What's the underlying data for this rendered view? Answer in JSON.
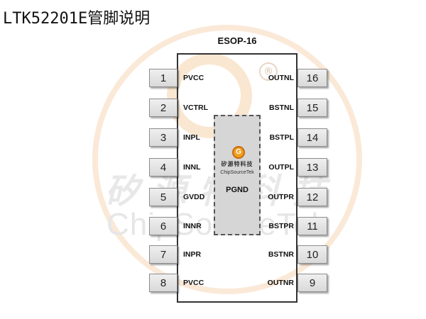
{
  "title": "LTK52201E管脚说明",
  "package": "ESOP-16",
  "watermark": {
    "cn": "矽源特科技",
    "en": "ChipSourceTek",
    "reg": "®"
  },
  "pad": {
    "name": "PGND",
    "logo_cn": "矽源特科技",
    "logo_en": "ChipSourceTek"
  },
  "left_pins": [
    {
      "num": "1",
      "name": "PVCC"
    },
    {
      "num": "2",
      "name": "VCTRL"
    },
    {
      "num": "3",
      "name": "INPL"
    },
    {
      "num": "4",
      "name": "INNL"
    },
    {
      "num": "5",
      "name": "GVDD"
    },
    {
      "num": "6",
      "name": "INNR"
    },
    {
      "num": "7",
      "name": "INPR"
    },
    {
      "num": "8",
      "name": "PVCC"
    }
  ],
  "right_pins": [
    {
      "num": "16",
      "name": "OUTNL"
    },
    {
      "num": "15",
      "name": "BSTNL"
    },
    {
      "num": "14",
      "name": "BSTPL"
    },
    {
      "num": "13",
      "name": "OUTPL"
    },
    {
      "num": "12",
      "name": "OUTPR"
    },
    {
      "num": "11",
      "name": "BSTPR"
    },
    {
      "num": "10",
      "name": "BSTNR"
    },
    {
      "num": "9",
      "name": "OUTNR"
    }
  ]
}
